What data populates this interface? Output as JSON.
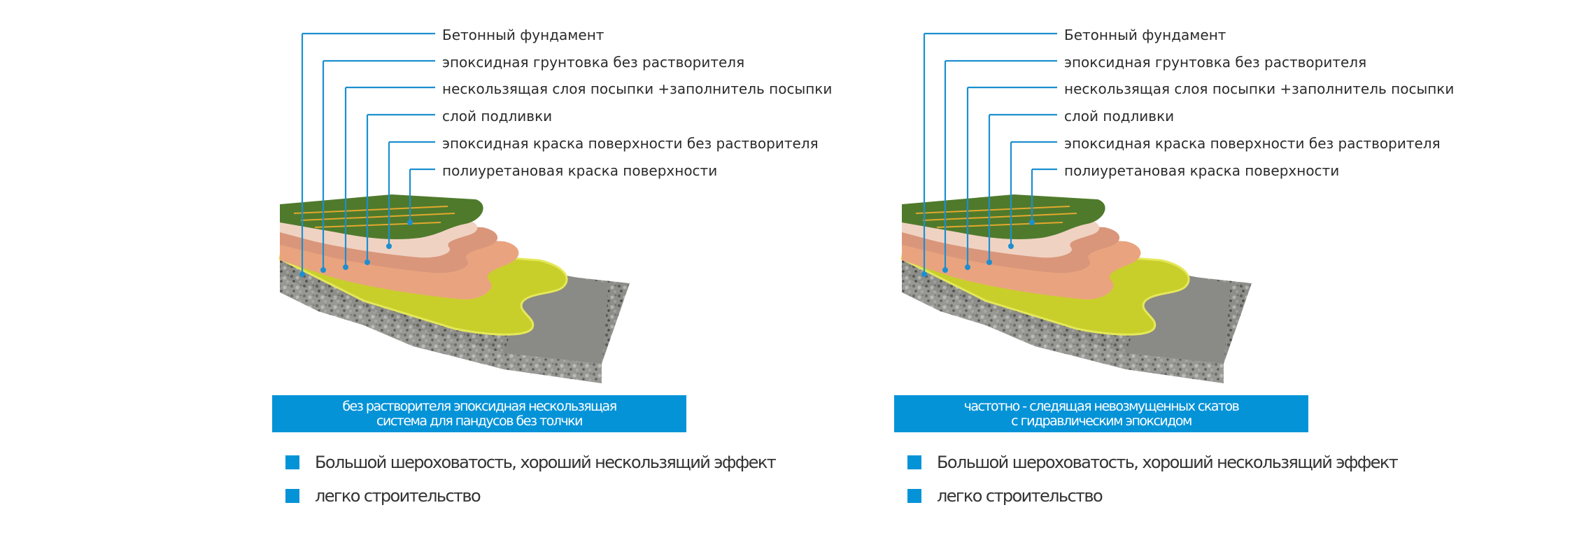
{
  "colors": {
    "accent": "#0593d8",
    "concrete": "#8a8a86",
    "primer": "#cfd52a",
    "slurry": "#e8a27d",
    "topcoat_green": "#4f7a2c"
  },
  "panels": [
    {
      "layers": [
        "Бетонный фундамент",
        "эпоксидная грунтовка без растворителя",
        "нескользящая слоя посыпки +заполнитель посыпки",
        "слой подливки",
        "эпоксидная краска поверхности без растворителя",
        " полиуретановая краска поверхности"
      ],
      "banner": [
        "без растворителя эпоксидная нескользящая",
        "система для пандусов без толчки"
      ],
      "features": [
        "Большой шероховатость, хороший нескользящий эффект",
        "легко строительство"
      ]
    },
    {
      "layers": [
        "Бетонный фундамент",
        "эпоксидная грунтовка без растворителя",
        "нескользящая слоя посыпки +заполнитель посыпки",
        "слой подливки",
        "эпоксидная краска поверхности без растворителя",
        " полиуретановая краска поверхности"
      ],
      "banner": [
        "частотно - следящая невозмущенных скатов",
        "с гидравлическим эпоксидом"
      ],
      "features": [
        "Большой шероховатость, хороший нескользящий эффект",
        "легко строительство"
      ]
    }
  ]
}
